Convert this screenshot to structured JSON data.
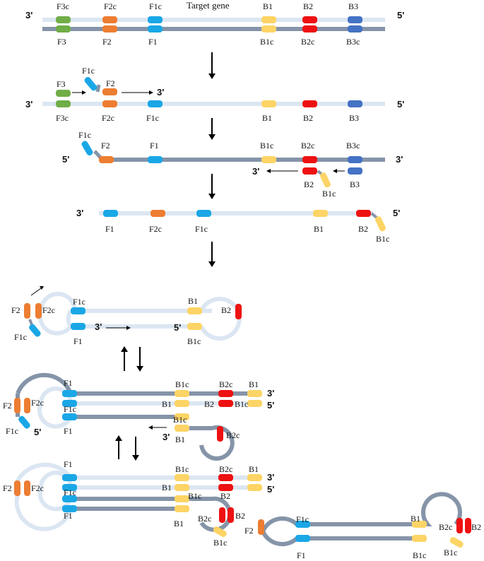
{
  "title": "Target gene",
  "colors": {
    "light_strand": "#dbe6f2",
    "dark_strand": "#8594a8",
    "F3": "#70ad47",
    "F2": "#ed7d31",
    "F1": "#1aa7e6",
    "B1": "#fdd465",
    "B2": "#ee1111",
    "B3": "#4472c4"
  },
  "ends": {
    "three_prime": "3'",
    "five_prime": "5'"
  },
  "labels": {
    "F3": "F3",
    "F3c": "F3c",
    "F2": "F2",
    "F2c": "F2c",
    "F1": "F1",
    "F1c": "F1c",
    "B1": "B1",
    "B1c": "B1c",
    "B2": "B2",
    "B2c": "B2c",
    "B3": "B3",
    "B3c": "B3c"
  }
}
